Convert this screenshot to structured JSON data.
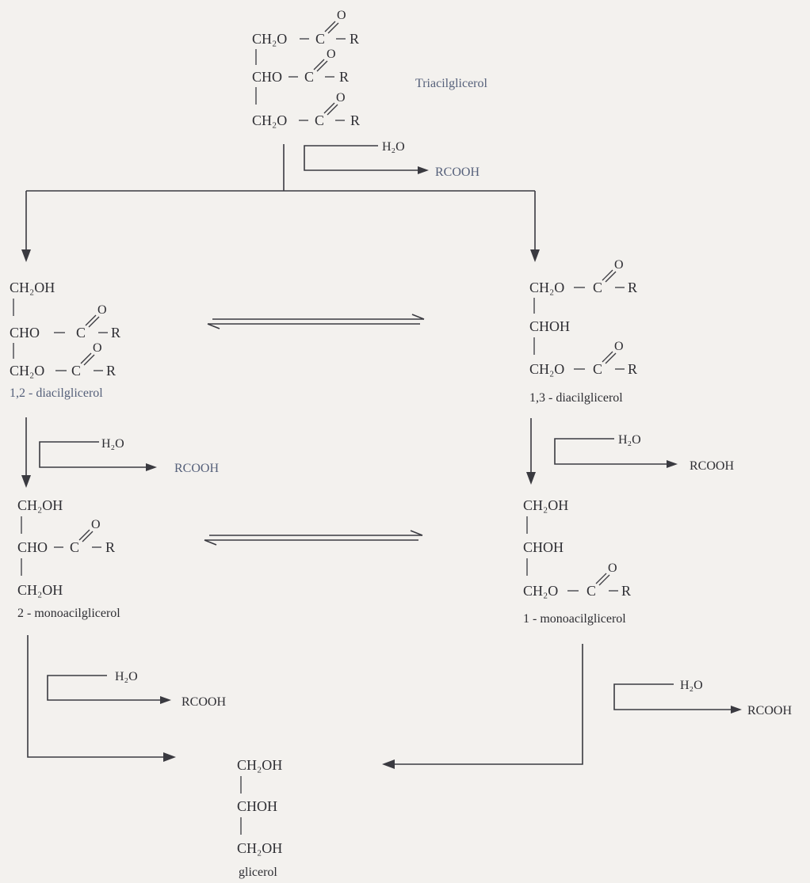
{
  "diagram": {
    "molecules": {
      "triacylglycerol": {
        "label": "Triacilglicerol",
        "rows": [
          {
            "main": "CH₂O",
            "bond": "C",
            "oxygen": "O",
            "r": "R"
          },
          {
            "main": "CHO",
            "bond": "C",
            "oxygen": "O",
            "r": "R"
          },
          {
            "main": "CH₂O",
            "bond": "C",
            "oxygen": "O",
            "r": "R"
          }
        ]
      },
      "diacyl_12": {
        "label": "1,2 - diacilglicerol",
        "rows": [
          {
            "main": "CH₂OH"
          },
          {
            "main": "CHO",
            "bond": "C",
            "oxygen": "O",
            "r": "R"
          },
          {
            "main": "CH₂O",
            "bond": "C",
            "oxygen": "O",
            "r": "R"
          }
        ]
      },
      "diacyl_13": {
        "label": "1,3 - diacilglicerol",
        "rows": [
          {
            "main": "CH₂O",
            "bond": "C",
            "oxygen": "O",
            "r": "R"
          },
          {
            "main": "CHOH"
          },
          {
            "main": "CH₂O",
            "bond": "C",
            "oxygen": "O",
            "r": "R"
          }
        ]
      },
      "monoacyl_2": {
        "label": "2 - monoacilglicerol",
        "rows": [
          {
            "main": "CH₂OH"
          },
          {
            "main": "CHO",
            "bond": "C",
            "oxygen": "O",
            "r": "R"
          },
          {
            "main": "CH₂OH"
          }
        ]
      },
      "monoacyl_1": {
        "label": "1 - monoacilglicerol",
        "rows": [
          {
            "main": "CH₂OH"
          },
          {
            "main": "CHOH"
          },
          {
            "main": "CH₂O",
            "bond": "C",
            "oxygen": "O",
            "r": "R"
          }
        ]
      },
      "glycerol": {
        "label": "glicerol",
        "rows": [
          {
            "main": "CH₂OH"
          },
          {
            "main": "CHOH"
          },
          {
            "main": "CH₂OH"
          }
        ]
      }
    },
    "hydrolysis_steps": [
      {
        "reagent": "H₂O",
        "product": "RCOOH"
      },
      {
        "reagent": "H₂O",
        "product": "RCOOH"
      },
      {
        "reagent": "H₂O",
        "product": "RCOOH"
      },
      {
        "reagent": "H₂O",
        "product": "RCOOH"
      },
      {
        "reagent": "H₂O",
        "product": "RCOOH"
      }
    ],
    "colors": {
      "ink": "#2e2e33",
      "blue_label": "#55607a",
      "paper": "#f3f1ee"
    }
  }
}
